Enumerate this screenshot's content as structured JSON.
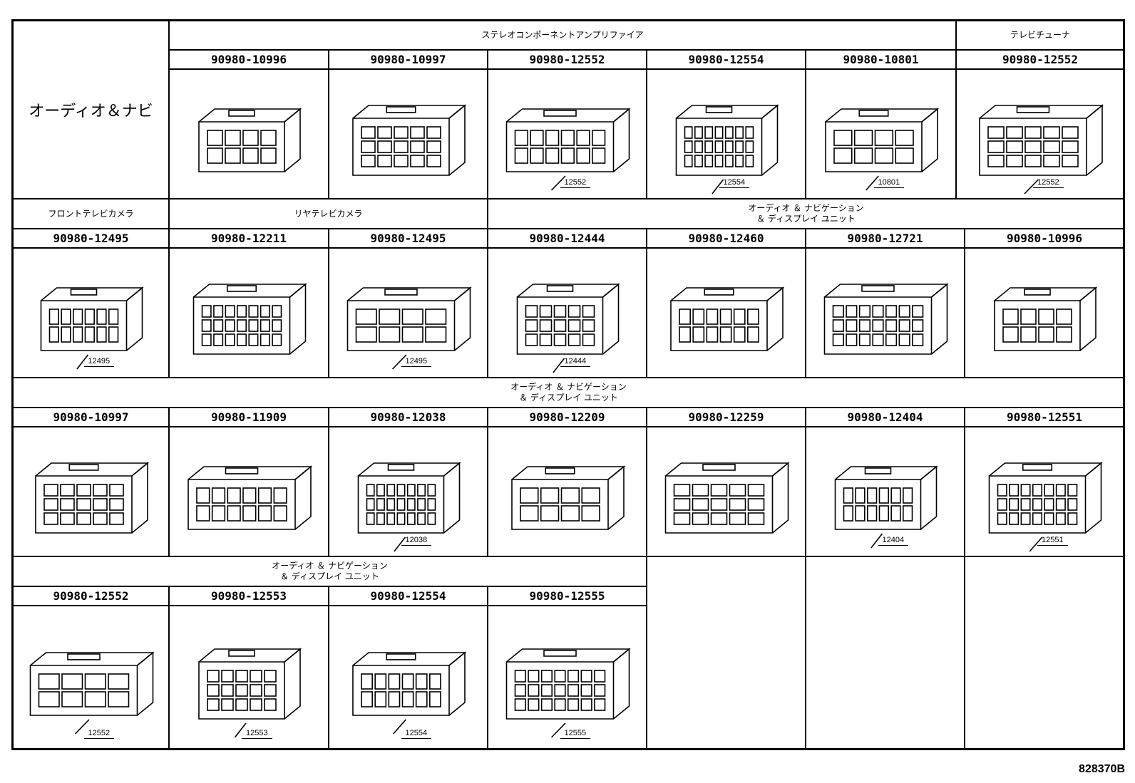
{
  "title": "オーディオ＆ナビ",
  "figure_number": "828370B",
  "headers": {
    "r1_amp": "ステレオコンポーネントアンプリファイア",
    "r1_tuner": "テレビチューナ",
    "r2_front_cam": "フロントテレビカメラ",
    "r2_rear_cam": "リヤテレビカメラ",
    "r2_nav": "オーディオ ＆ ナビゲーション\n＆ ディスプレイ ユニット",
    "r3_nav": "オーディオ ＆ ナビゲーション\n＆ ディスプレイ ユニット",
    "r4_nav": "オーディオ ＆ ナビゲーション\n＆ ディスプレイ ユニット"
  },
  "rows": [
    {
      "parts": [
        {
          "pn": "90980-10996",
          "code": ""
        },
        {
          "pn": "90980-10997",
          "code": ""
        },
        {
          "pn": "90980-12552",
          "code": "12552"
        },
        {
          "pn": "90980-12554",
          "code": "12554"
        },
        {
          "pn": "90980-10801",
          "code": "10801"
        },
        {
          "pn": "90980-12552",
          "code": "12552"
        }
      ]
    },
    {
      "parts": [
        {
          "pn": "90980-12495",
          "code": "12495"
        },
        {
          "pn": "90980-12211",
          "code": ""
        },
        {
          "pn": "90980-12495",
          "code": "12495"
        },
        {
          "pn": "90980-12444",
          "code": "12444"
        },
        {
          "pn": "90980-12460",
          "code": ""
        },
        {
          "pn": "90980-12721",
          "code": ""
        },
        {
          "pn": "90980-10996",
          "code": ""
        }
      ]
    },
    {
      "parts": [
        {
          "pn": "90980-10997",
          "code": ""
        },
        {
          "pn": "90980-11909",
          "code": ""
        },
        {
          "pn": "90980-12038",
          "code": "12038"
        },
        {
          "pn": "90980-12209",
          "code": ""
        },
        {
          "pn": "90980-12259",
          "code": ""
        },
        {
          "pn": "90980-12404",
          "code": "12404"
        },
        {
          "pn": "90980-12551",
          "code": "12551"
        }
      ]
    },
    {
      "parts": [
        {
          "pn": "90980-12552",
          "code": "12552"
        },
        {
          "pn": "90980-12553",
          "code": "12553"
        },
        {
          "pn": "90980-12554",
          "code": "12554"
        },
        {
          "pn": "90980-12555",
          "code": "12555"
        }
      ]
    }
  ]
}
